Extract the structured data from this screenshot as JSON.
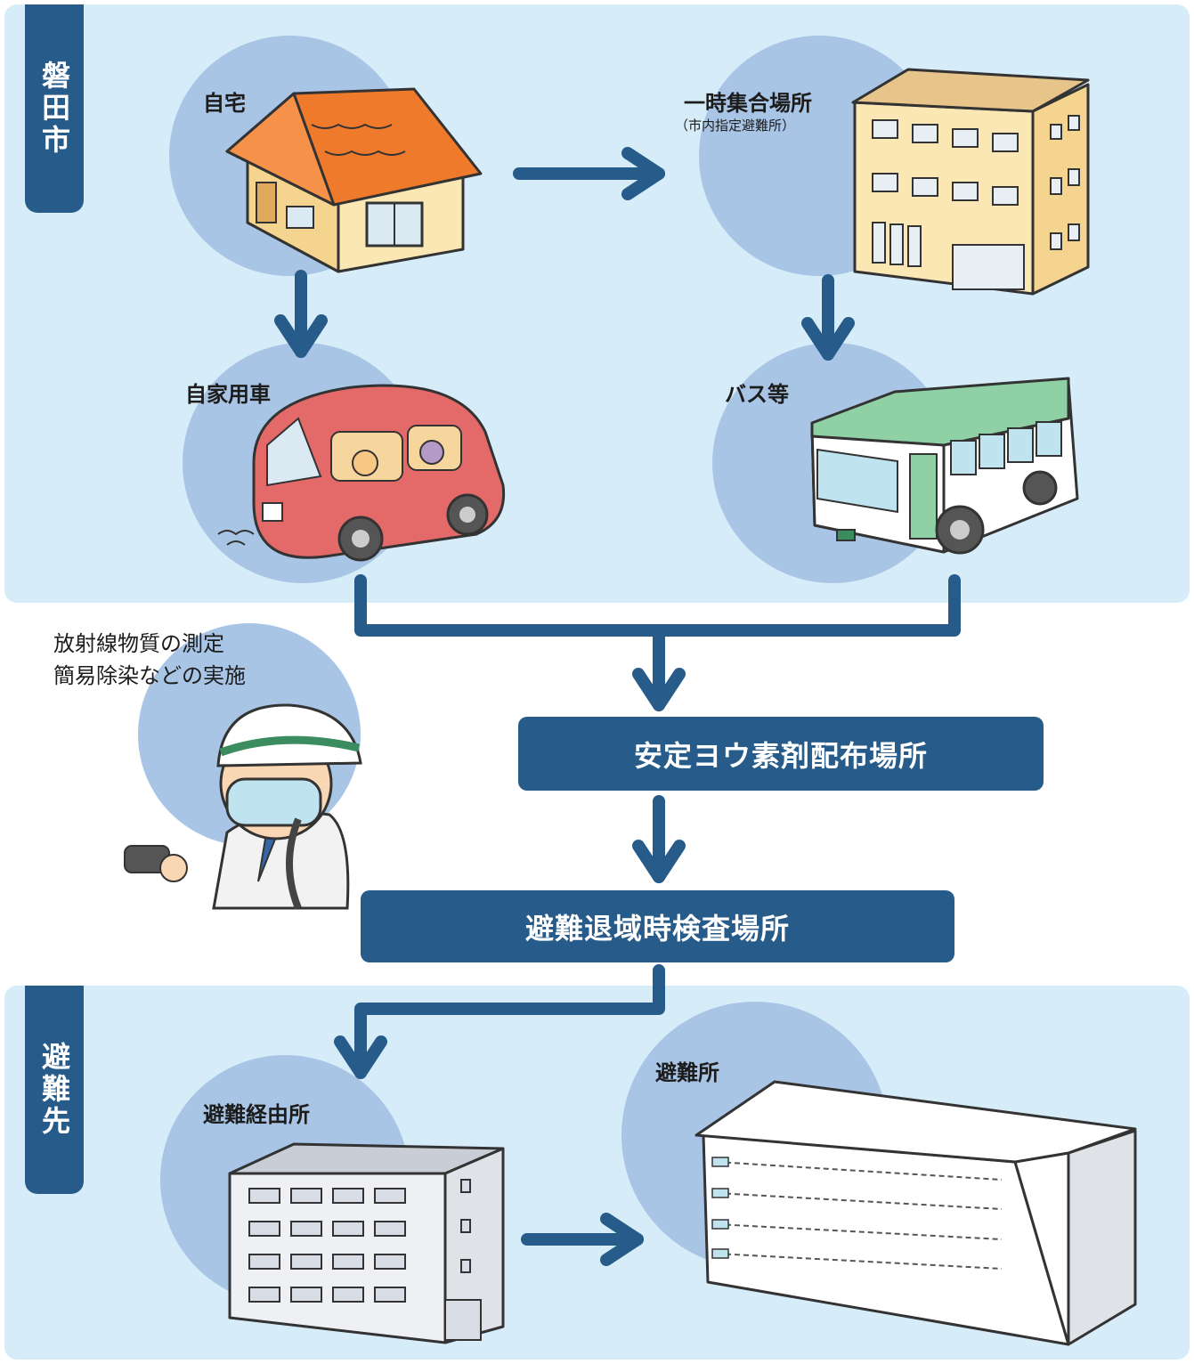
{
  "regions": {
    "origin": {
      "label": "磐田市"
    },
    "destination": {
      "label": "避難先"
    }
  },
  "nodes": {
    "home": {
      "label": "自宅"
    },
    "assembly": {
      "label": "一時集合場所",
      "sublabel": "（市内指定避難所）"
    },
    "car": {
      "label": "自家用車"
    },
    "bus": {
      "label": "バス等"
    },
    "iodine": {
      "label": "安定ヨウ素剤配布場所"
    },
    "inspection": {
      "label": "避難退域時検査場所"
    },
    "via": {
      "label": "避難経由所"
    },
    "shelter": {
      "label": "避難所"
    }
  },
  "note": {
    "line1": "放射線物質の測定",
    "line2": "簡易除染などの実施"
  },
  "colors": {
    "accent": "#265b8a",
    "panel": "#d6edf9",
    "circle": "#a9c5e6"
  }
}
